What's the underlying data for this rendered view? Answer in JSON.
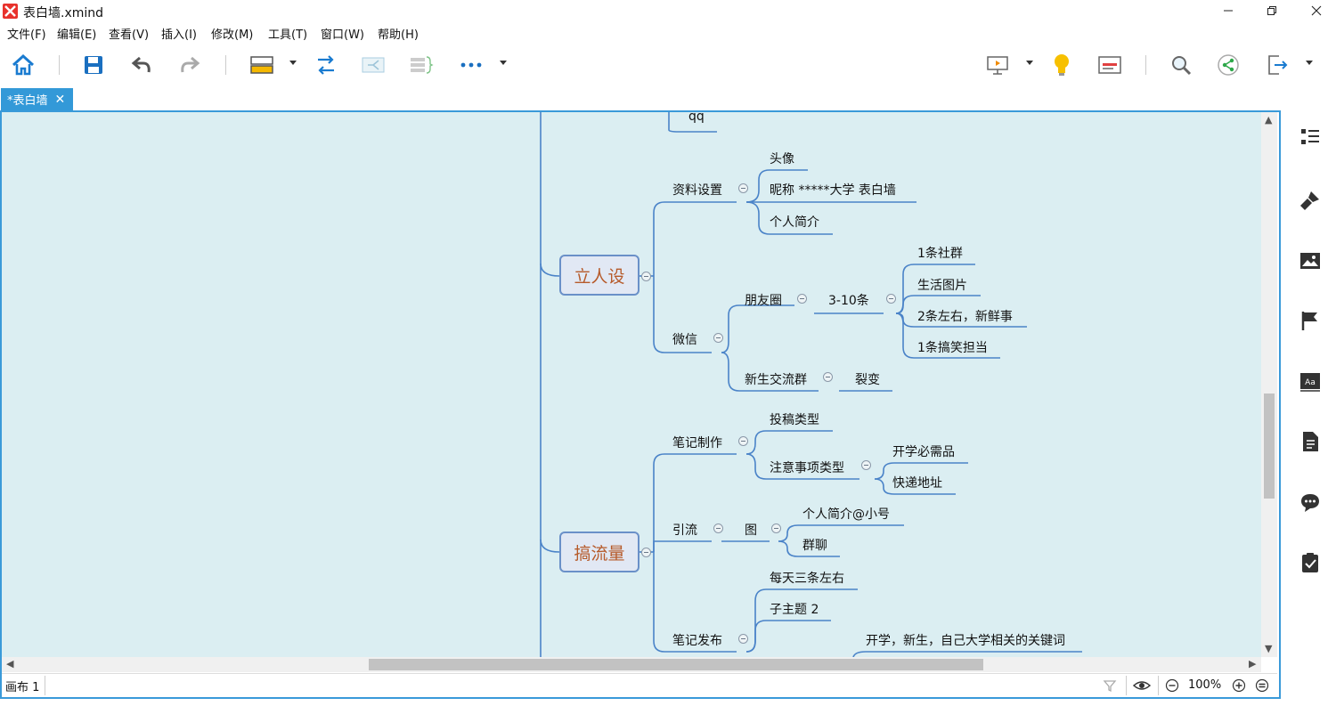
{
  "window": {
    "title": "表白墙.xmind",
    "accent": "#3399d8",
    "app_icon": "xmind-icon"
  },
  "menu": {
    "items": [
      "文件(F)",
      "编辑(E)",
      "查看(V)",
      "插入(I)",
      "修改(M)",
      "工具(T)",
      "窗口(W)",
      "帮助(H)"
    ]
  },
  "toolbar": {
    "icons": [
      "home-icon",
      "save-icon",
      "undo-icon",
      "redo-icon",
      "topic-icon",
      "relationship-icon",
      "summary-icon",
      "boundary-icon",
      "more-icon",
      "presentation-icon",
      "idea-icon",
      "outliner-icon",
      "search-icon",
      "share-icon",
      "export-icon"
    ]
  },
  "tab": {
    "label": "*表白墙"
  },
  "map": {
    "top_partial": "qq",
    "main1": {
      "label": "立人设",
      "sub1": {
        "label": "资料设置",
        "children": [
          "头像",
          "昵称    *****大学 表白墙",
          "个人简介"
        ]
      },
      "sub2": {
        "label": "微信",
        "c1": "朋友圈",
        "c1_child": "3-10条",
        "c1_grandchildren": [
          "1条社群",
          "生活图片",
          "2条左右，新鲜事",
          "1条搞笑担当"
        ],
        "c2": "新生交流群",
        "c2_child": "裂变"
      }
    },
    "main2": {
      "label": "搞流量",
      "sub1": {
        "label": "笔记制作",
        "c1": "投稿类型",
        "c2": "注意事项类型",
        "c2_children": [
          "开学必需品",
          "快递地址"
        ]
      },
      "sub2": {
        "label": "引流",
        "c1": "图",
        "c1_children": [
          "个人简介@小号",
          "群聊"
        ]
      },
      "sub3": {
        "label": "笔记发布",
        "children": [
          "每天三条左右",
          "子主题 2",
          "开学，新生，自己大学相关的关键词"
        ]
      }
    }
  },
  "status": {
    "sheet": "画布 1",
    "zoom": "100%"
  },
  "right_panel": {
    "icons": [
      "outline-icon",
      "format-icon",
      "image-icon",
      "marker-icon",
      "text-style-icon",
      "notes-icon",
      "comment-icon",
      "task-icon"
    ]
  }
}
